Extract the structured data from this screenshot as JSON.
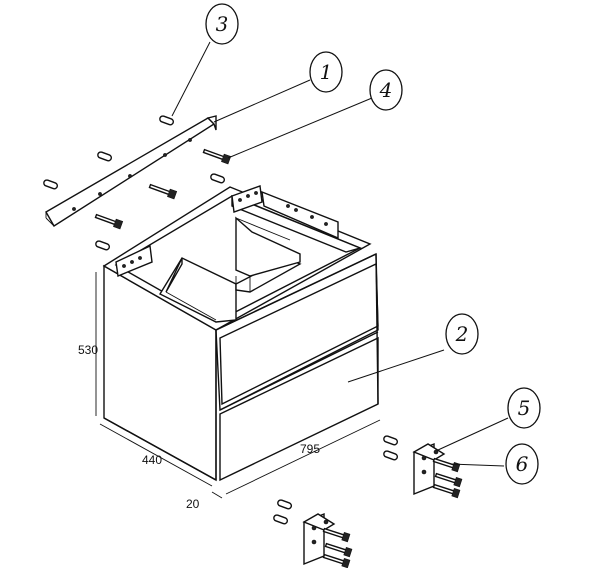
{
  "diagram": {
    "callouts": [
      "1",
      "2",
      "3",
      "4",
      "5",
      "6"
    ],
    "dimensions": {
      "height": "530",
      "depth": "440",
      "width": "795",
      "offset": "20"
    }
  }
}
